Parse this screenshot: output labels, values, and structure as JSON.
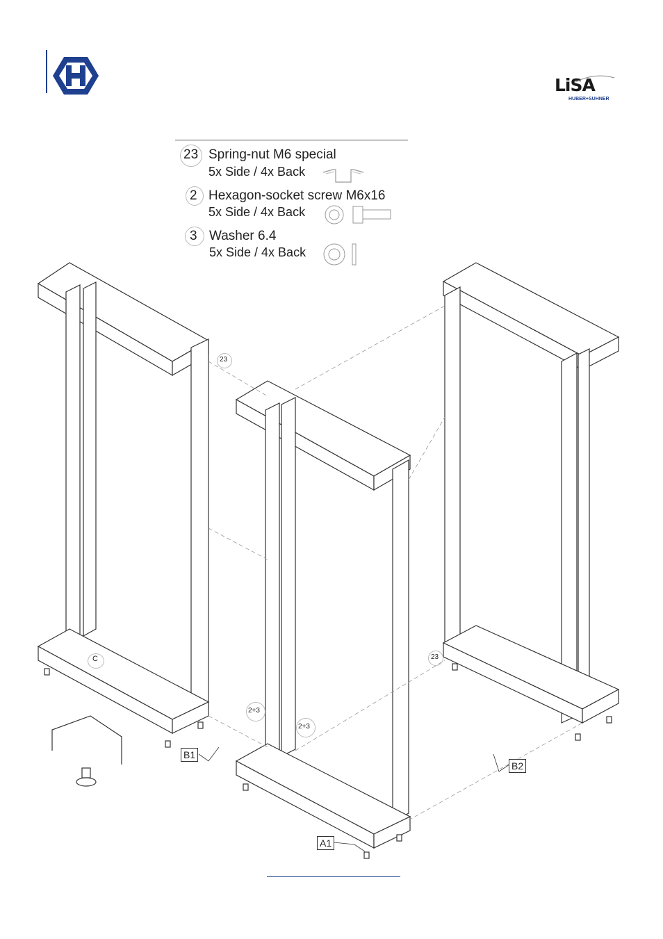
{
  "header": {
    "left_logo": "huber-suhner-h-logo",
    "right_logo_word": "LiSA",
    "right_logo_sub": "HUBER+SUHNER",
    "brand_color": "#1f3f8f"
  },
  "parts": [
    {
      "num": "23",
      "name": "Spring-nut M6 special",
      "qty": "5x Side / 4x Back",
      "icon": "spring-nut-icon"
    },
    {
      "num": "2",
      "name": "Hexagon-socket screw M6x16",
      "qty": "5x Side / 4x Back",
      "icon": "screw-icon"
    },
    {
      "num": "3",
      "name": "Washer 6.4",
      "qty": "5x Side / 4x Back",
      "icon": "washer-icon"
    }
  ],
  "diagram": {
    "callouts": {
      "c23a": "23",
      "c23b": "23",
      "c23c": "2+3",
      "c23d": "2+3",
      "cc": "C"
    },
    "labels": {
      "b1": "B1",
      "b2": "B2",
      "a1": "A1"
    }
  }
}
